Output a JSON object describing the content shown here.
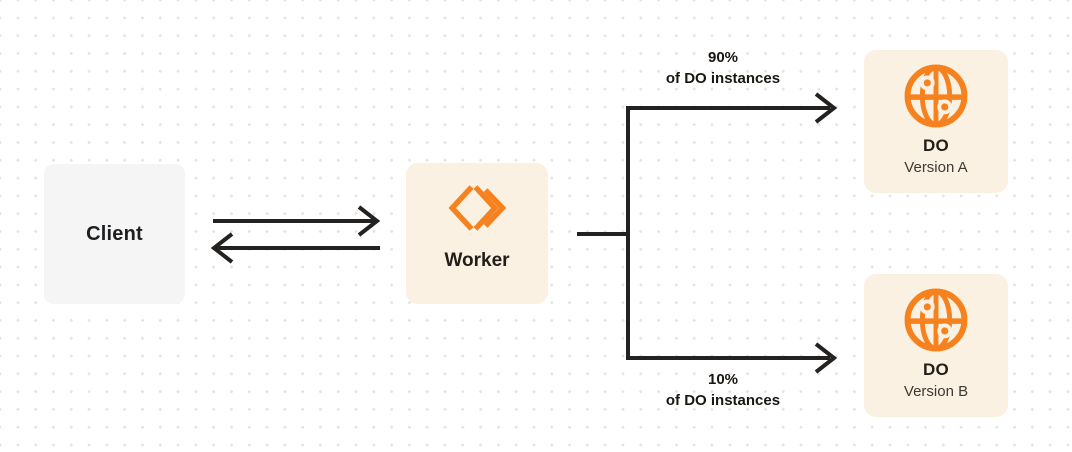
{
  "nodes": {
    "client": {
      "label": "Client"
    },
    "worker": {
      "label": "Worker",
      "icon": "cloudflare-workers-icon"
    },
    "do_version_a": {
      "title": "DO",
      "subtitle": "Version A",
      "icon": "durable-object-globe-icon"
    },
    "do_version_b": {
      "title": "DO",
      "subtitle": "Version B",
      "icon": "durable-object-globe-icon"
    }
  },
  "branches": {
    "top": {
      "percent": "90%",
      "caption": "of DO instances"
    },
    "bottom": {
      "percent": "10%",
      "caption": "of DO instances"
    }
  },
  "colors": {
    "accent_orange": "#F6821F",
    "node_cream": "#FBF1E2",
    "node_gray": "#F5F5F6",
    "line_dark": "#242220",
    "dot_grid": "#E5E3E1"
  }
}
